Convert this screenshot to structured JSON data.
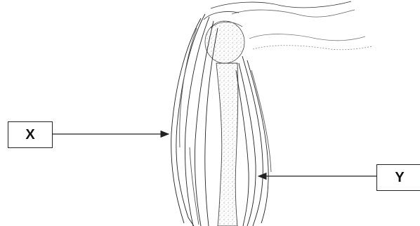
{
  "labels": {
    "x": "X",
    "y": "Y"
  },
  "colors": {
    "ink": "#222222",
    "background": "#ffffff"
  },
  "diagram": {
    "subject": "upper-arm-muscles",
    "pointers": [
      {
        "label": "X",
        "target": "biceps"
      },
      {
        "label": "Y",
        "target": "triceps"
      }
    ]
  }
}
